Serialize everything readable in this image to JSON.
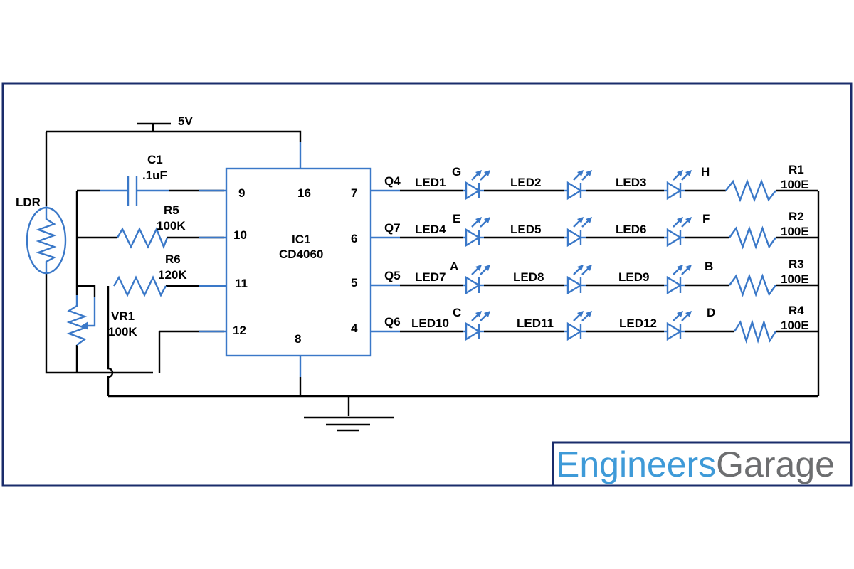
{
  "supply": {
    "label": "5V"
  },
  "components": {
    "ldr": "LDR",
    "c1": {
      "name": "C1",
      "value": ".1uF"
    },
    "r5": {
      "name": "R5",
      "value": "100K"
    },
    "r6": {
      "name": "R6",
      "value": "120K"
    },
    "vr1": {
      "name": "VR1",
      "value": "100K"
    },
    "ic": {
      "name": "IC1",
      "part": "CD4060"
    }
  },
  "ic_pins": {
    "p9": "9",
    "p10": "10",
    "p11": "11",
    "p12": "12",
    "p16": "16",
    "p8": "8",
    "p7": "7",
    "p6": "6",
    "p5": "5",
    "p4": "4"
  },
  "outputs": [
    {
      "q": "Q4",
      "leds": [
        "LED1",
        "LED2",
        "LED3"
      ],
      "seg_left": "G",
      "seg_right": "H",
      "r_name": "R1",
      "r_value": "100E"
    },
    {
      "q": "Q7",
      "leds": [
        "LED4",
        "LED5",
        "LED6"
      ],
      "seg_left": "E",
      "seg_right": "F",
      "r_name": "R2",
      "r_value": "100E"
    },
    {
      "q": "Q5",
      "leds": [
        "LED7",
        "LED8",
        "LED9"
      ],
      "seg_left": "A",
      "seg_right": "B",
      "r_name": "R3",
      "r_value": "100E"
    },
    {
      "q": "Q6",
      "leds": [
        "LED10",
        "LED11",
        "LED12"
      ],
      "seg_left": "C",
      "seg_right": "D",
      "r_name": "R4",
      "r_value": "100E"
    }
  ],
  "logo": {
    "part1": "Engineers",
    "part2": "Garage"
  },
  "colors": {
    "wire": "#000000",
    "component": "#3a78c8",
    "frame": "#1a2c6b",
    "logo_blue": "#3e9ad8",
    "logo_gray": "#6d6e70"
  }
}
